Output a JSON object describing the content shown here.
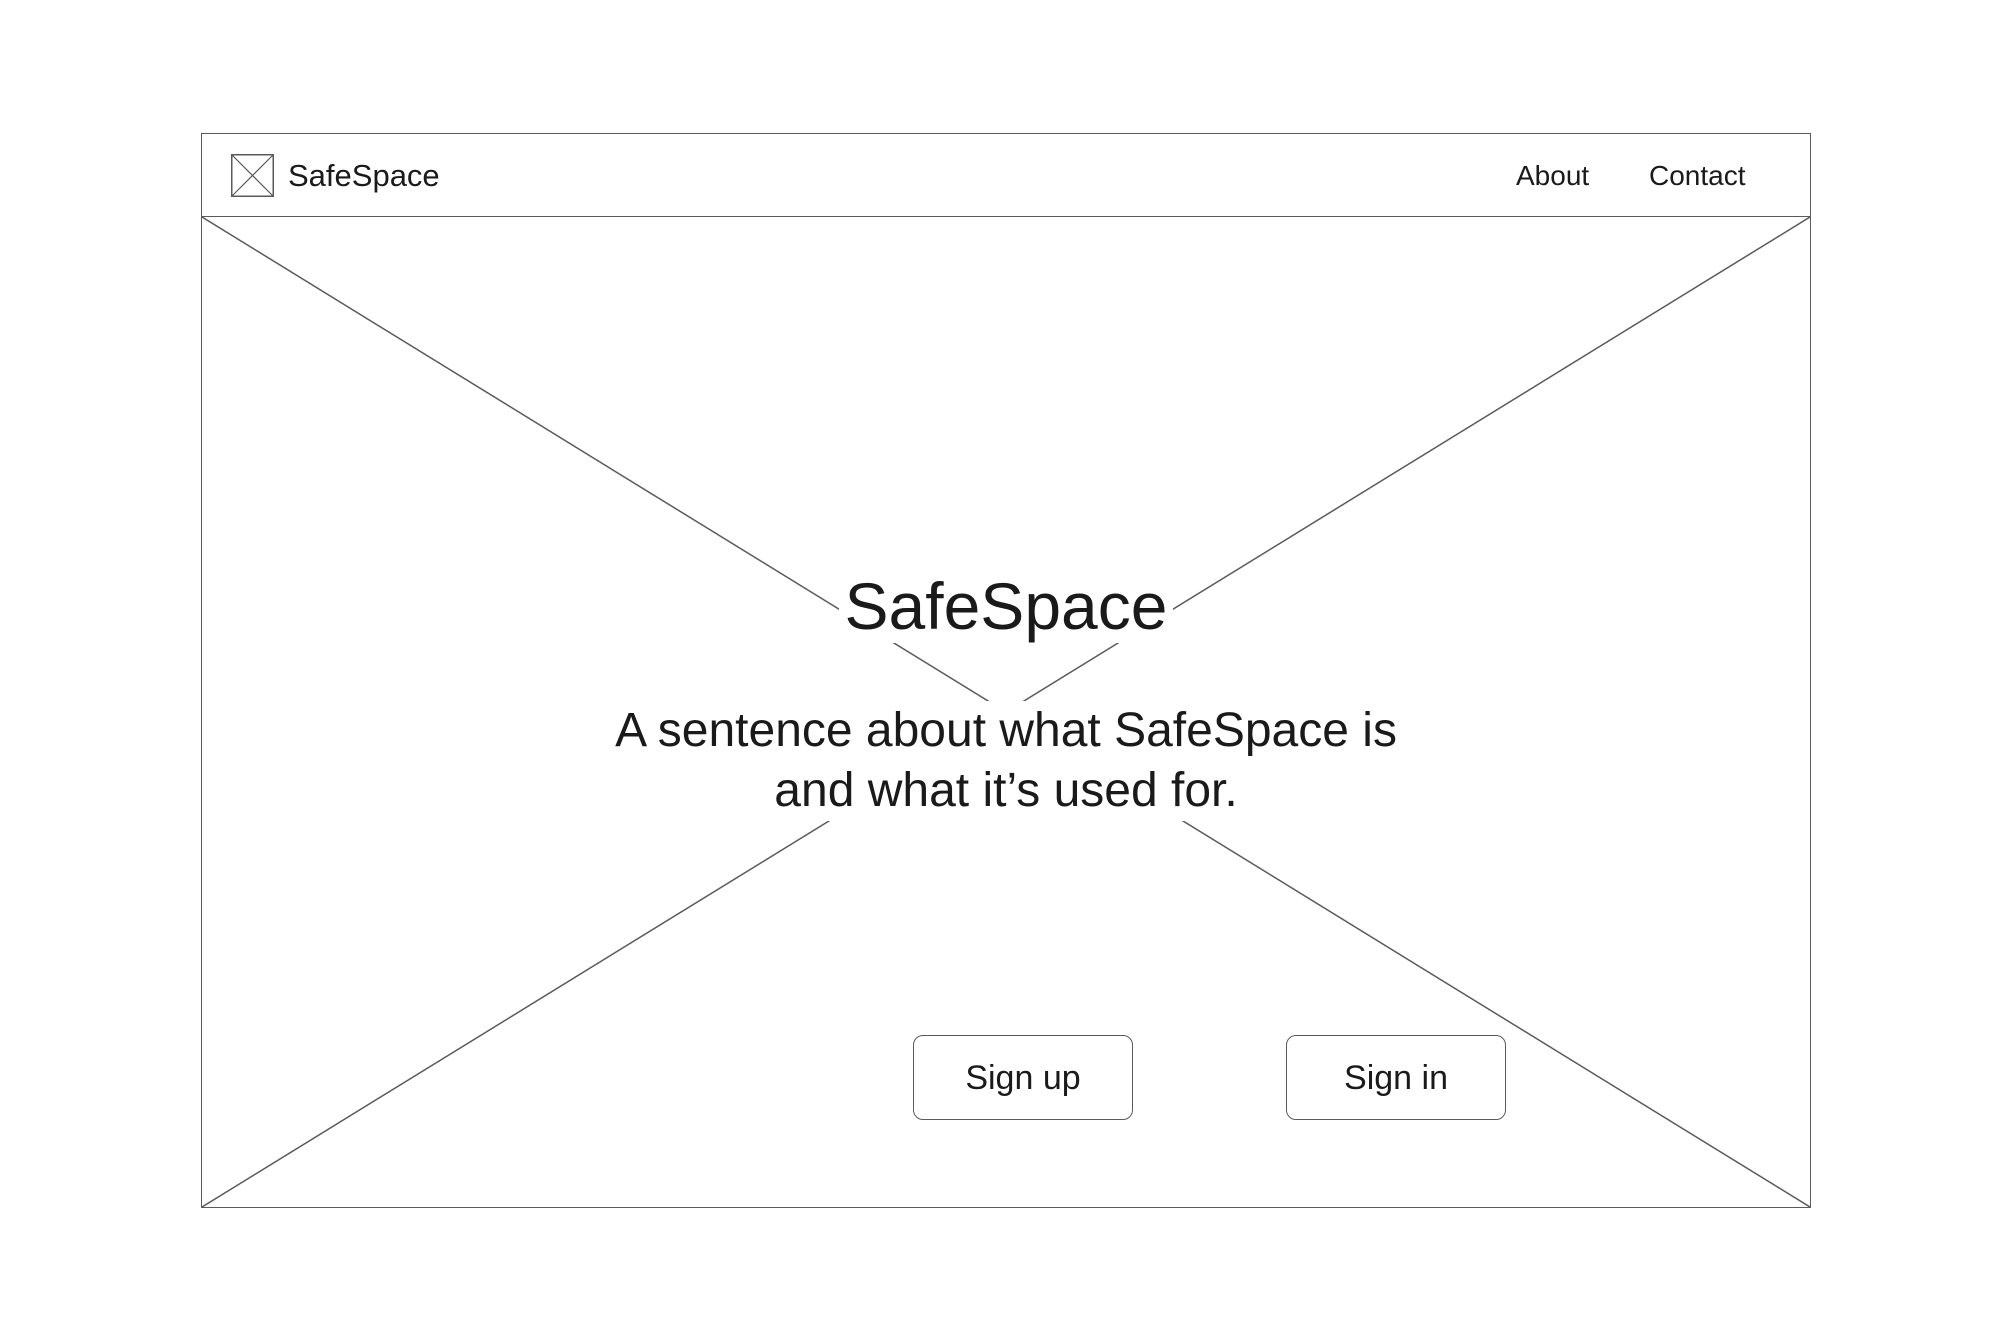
{
  "header": {
    "logo_icon": "image-placeholder-icon",
    "brand": "SafeSpace",
    "nav": [
      {
        "label": "About"
      },
      {
        "label": "Contact"
      }
    ]
  },
  "hero": {
    "background_icon": "image-placeholder-icon",
    "title": "SafeSpace",
    "sentence_line1": "A sentence about what SafeSpace is",
    "sentence_line2": "and what it’s used for.",
    "buttons": {
      "sign_up": "Sign up",
      "sign_in": "Sign in"
    }
  },
  "colors": {
    "stroke": "#5a5a5a",
    "text": "#1a1a1a",
    "background": "#ffffff"
  }
}
